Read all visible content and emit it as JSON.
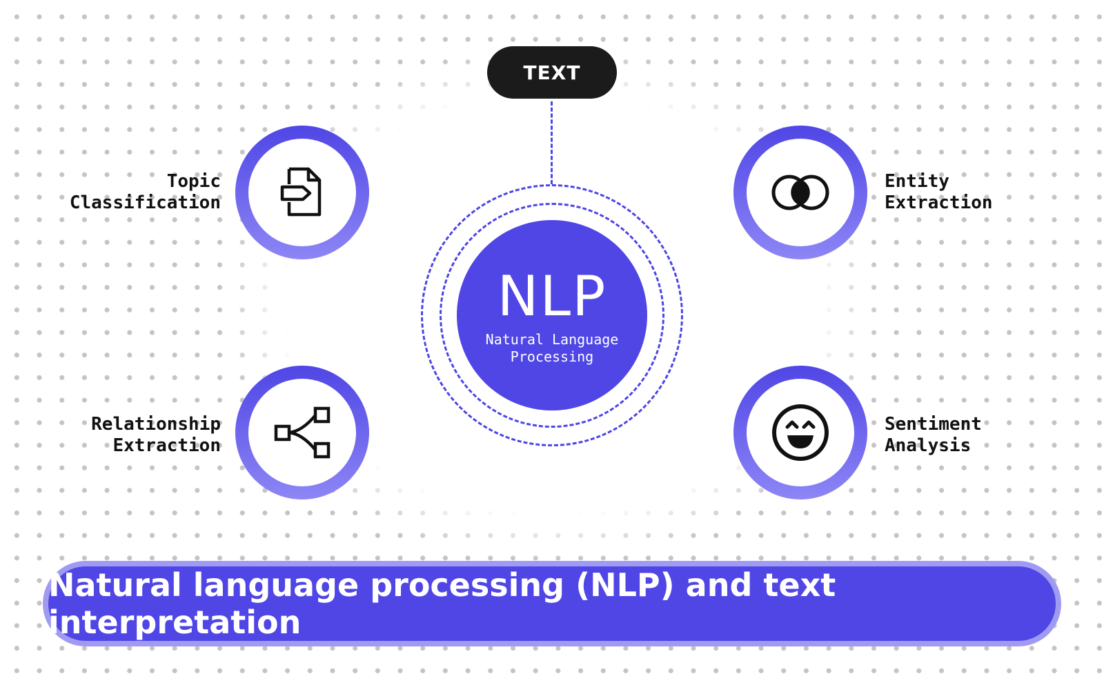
{
  "input_pill": {
    "label": "TEXT"
  },
  "core": {
    "title": "NLP",
    "subtitle": "Natural Language Processing"
  },
  "features": {
    "topic": {
      "label": "Topic\nClassification",
      "icon": "document-arrow-icon"
    },
    "relationship": {
      "label": "Relationship\nExtraction",
      "icon": "share-nodes-icon"
    },
    "entity": {
      "label": "Entity\nExtraction",
      "icon": "overlapping-circles-icon"
    },
    "sentiment": {
      "label": "Sentiment\nAnalysis",
      "icon": "smiley-face-icon"
    }
  },
  "banner": {
    "title": "Natural language processing (NLP) and text interpretation"
  },
  "colors": {
    "primary": "#4f46e5",
    "ring_light": "#8d86f5",
    "pill": "#1b1b1b",
    "dots": "#c4c4c4"
  }
}
